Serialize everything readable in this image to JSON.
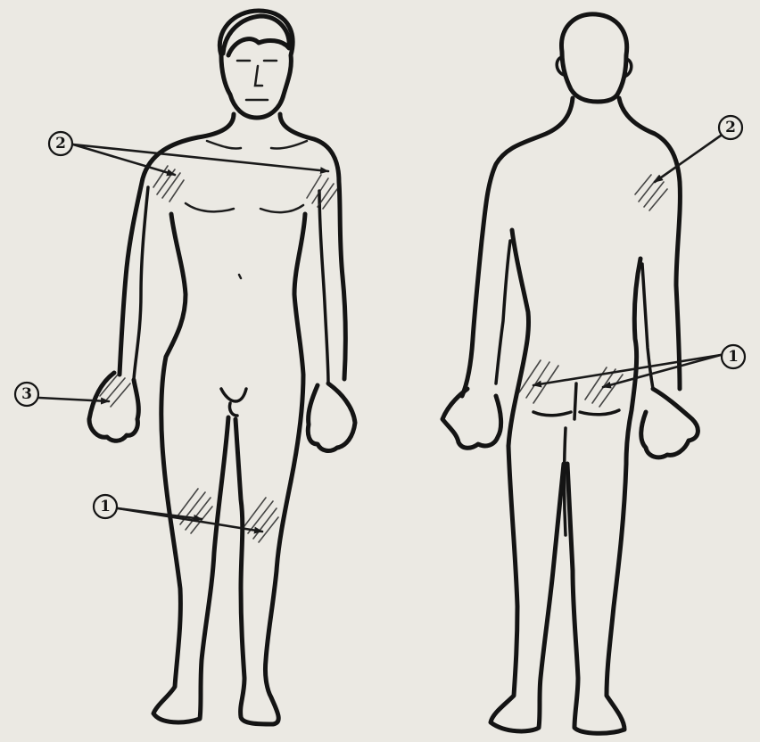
{
  "markers": {
    "front_3": "3",
    "front_2": "2",
    "front_1": "1",
    "back_2": "2",
    "back_1": "1"
  }
}
